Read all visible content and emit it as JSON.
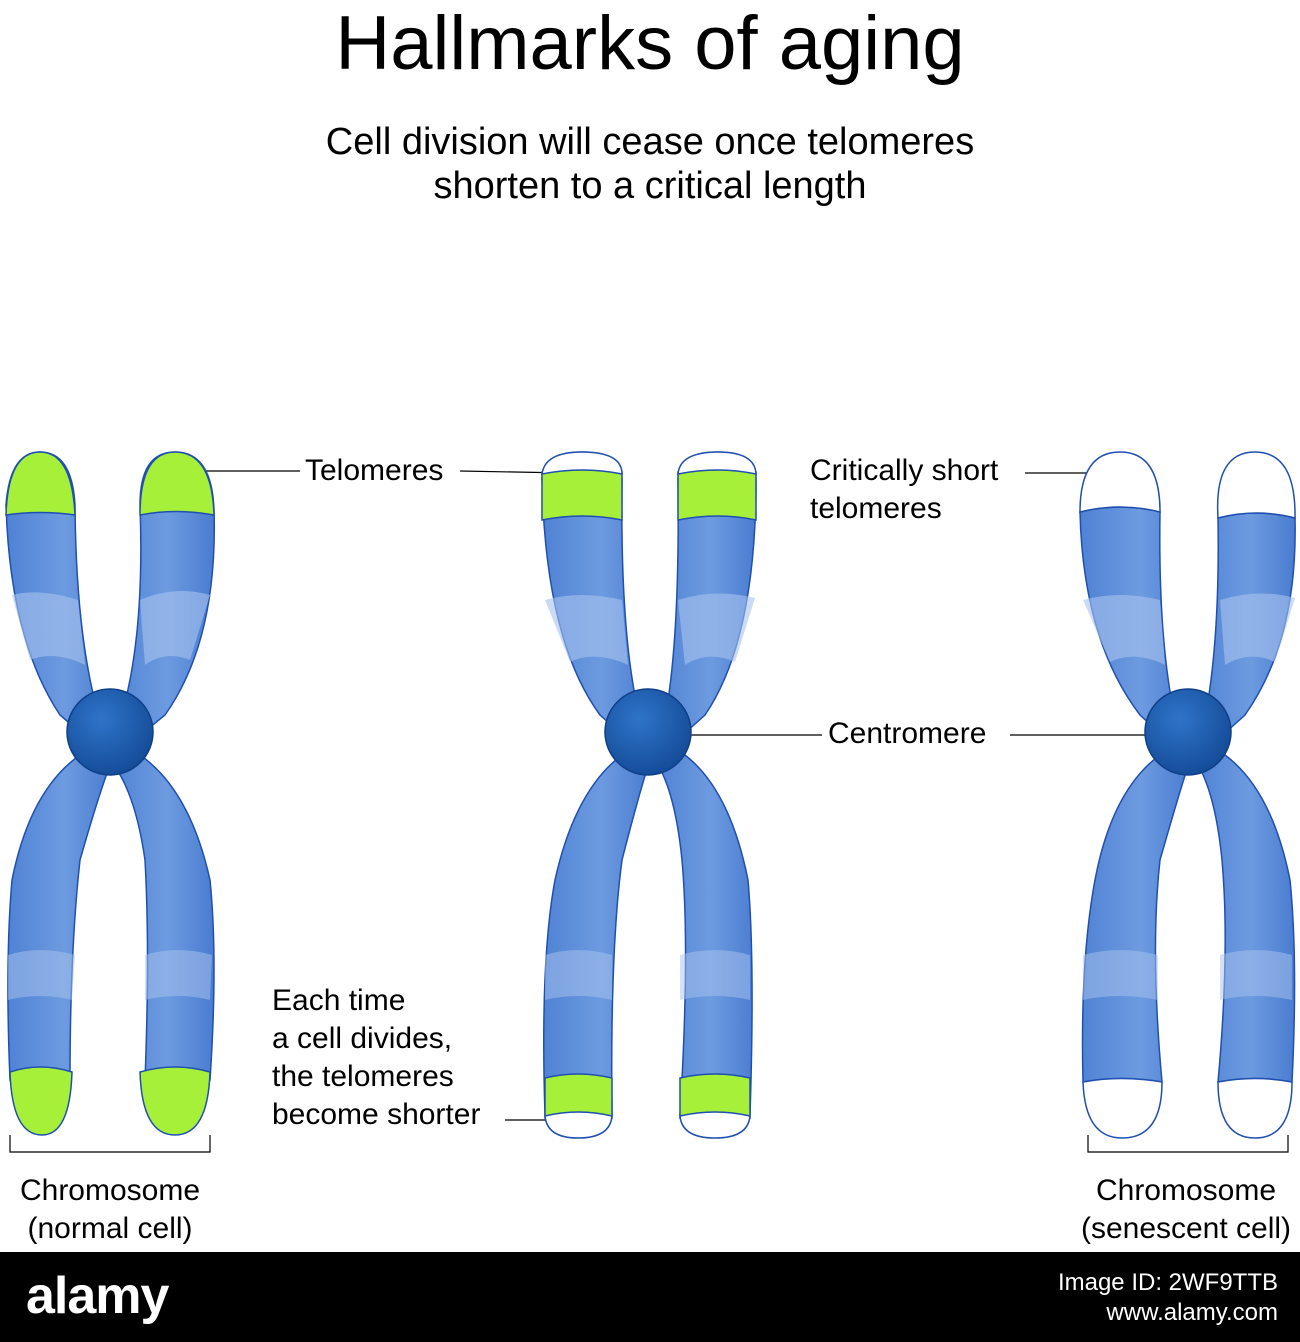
{
  "title": "Hallmarks of aging",
  "subtitle_line1": "Cell division will cease once telomeres",
  "subtitle_line2": "shorten to a critical length",
  "labels": {
    "telomeres": "Telomeres",
    "critically_short_line1": "Critically short",
    "critically_short_line2": "telomeres",
    "centromere": "Centromere",
    "each_time": [
      "Each time",
      "a cell divides,",
      "the telomeres",
      "become shorter"
    ],
    "normal_line1": "Chromosome",
    "normal_line2": "(normal cell)",
    "senescent_line1": "Chromosome",
    "senescent_line2": "(senescent cell)"
  },
  "chromosomes": [
    {
      "name": "normal-cell",
      "telomere": "full"
    },
    {
      "name": "dividing-cell",
      "telomere": "shortened"
    },
    {
      "name": "senescent-cell",
      "telomere": "critically-short"
    }
  ],
  "colors": {
    "chromatid": "#5d8fd9",
    "chromatid_light": "#a9c3ee",
    "chromatid_outline": "#1f4fb0",
    "centromere": "#1a56a8",
    "telomere": "#a6f03a",
    "footer": "#000000"
  },
  "footer": {
    "logo": "alamy",
    "image_id": "Image ID: 2WF9TTB",
    "site": "www.alamy.com"
  }
}
